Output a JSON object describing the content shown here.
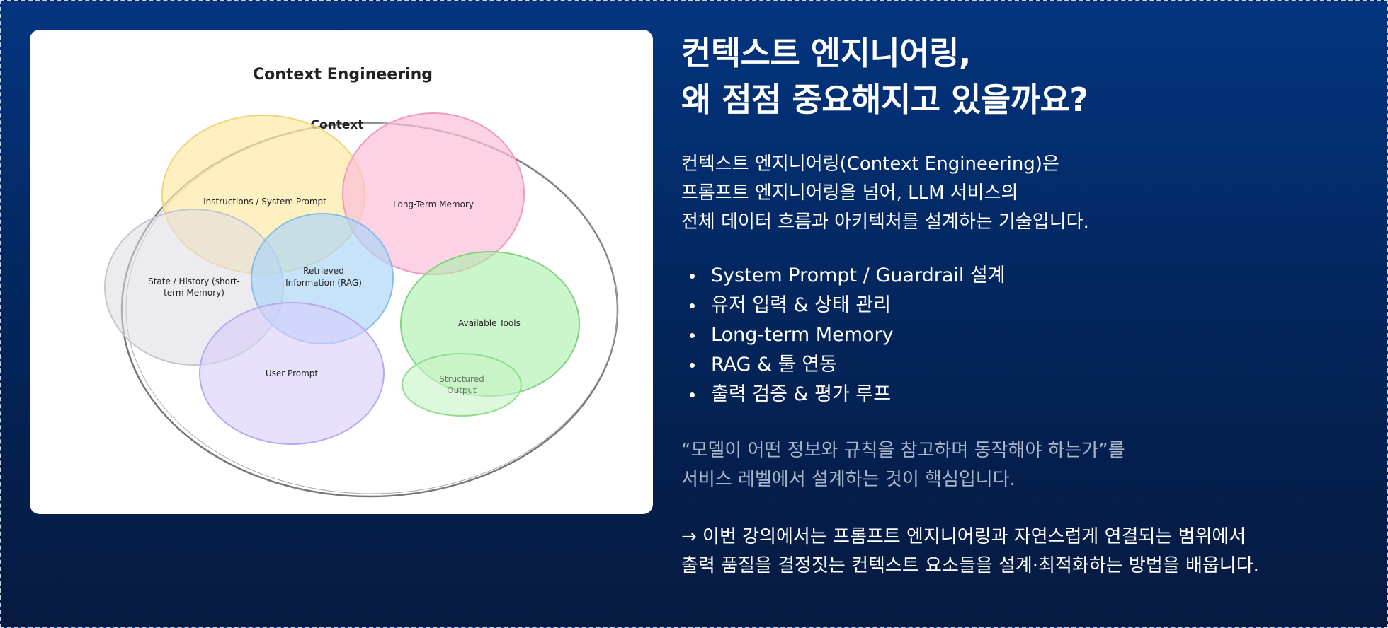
{
  "diagram": {
    "title": "Context Engineering",
    "outer_label": "Context",
    "circles": [
      {
        "key": "instructions",
        "label_lines": [
          "Instructions / System Prompt"
        ],
        "fill": "#fde9a6",
        "stroke": "#f1d57a"
      },
      {
        "key": "long_term",
        "label_lines": [
          "Long-Term Memory"
        ],
        "fill": "#fbbfd8",
        "stroke": "#f29ac0"
      },
      {
        "key": "state",
        "label_lines": [
          "State / History (short-",
          "term Memory)"
        ],
        "fill": "#dcdde3",
        "stroke": "#c3c5cf"
      },
      {
        "key": "rag",
        "label_lines": [
          "Retrieved",
          "Information (RAG)"
        ],
        "fill": "#a9d4f7",
        "stroke": "#85bde9"
      },
      {
        "key": "tools",
        "label_lines": [
          "Available Tools"
        ],
        "fill": "#a9eea9",
        "stroke": "#7fd57f"
      },
      {
        "key": "user",
        "label_lines": [
          "User Prompt"
        ],
        "fill": "#d8cdfa",
        "stroke": "#b8a8f0"
      },
      {
        "key": "output",
        "label_lines": [
          "Structured",
          "Output"
        ],
        "fill": "#c6f3c6",
        "stroke": "#8fdc8f"
      }
    ]
  },
  "heading": {
    "line1": "컨텍스트 엔지니어링,",
    "line2": "왜 점점 중요해지고 있을까요?"
  },
  "intro": [
    "컨텍스트 엔지니어링(Context Engineering)은",
    "프롬프트 엔지니어링을 넘어, LLM 서비스의",
    "전체 데이터 흐름과 아키텍처를 설계하는 기술입니다."
  ],
  "bullets": [
    "System Prompt / Guardrail 설계",
    "유저 입력 & 상태 관리",
    "Long-term Memory",
    "RAG & 툴 연동",
    "출력 검증 & 평가 루프"
  ],
  "quote": [
    "“모델이 어떤 정보와 규칙을 참고하며 동작해야 하는가”를",
    "서비스 레벨에서 설계하는 것이 핵심입니다."
  ],
  "closing": [
    "→ 이번 강의에서는 프롬프트 엔지니어링과 자연스럽게 연결되는 범위에서",
    "출력 품질을 결정짓는 컨텍스트 요소들을 설계·최적화하는 방법을 배웁니다."
  ]
}
